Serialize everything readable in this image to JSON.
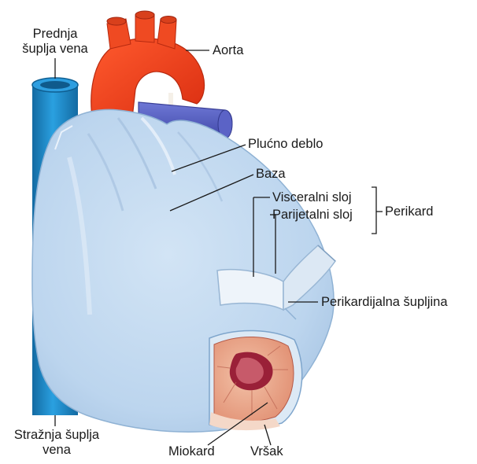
{
  "labels": {
    "superior_vena_cava": [
      "Prednja",
      "šuplja vena"
    ],
    "aorta": "Aorta",
    "pulmonary_trunk": "Plućno deblo",
    "base": "Baza",
    "visceral_layer": "Visceralni sloj",
    "parietal_layer": "Parijetalni sloj",
    "pericardium": "Perikard",
    "pericardial_cavity": "Perikardijalna šupljina",
    "inferior_vena_cava": [
      "Stražnja šuplja",
      "vena"
    ],
    "myocardium": "Miokard",
    "apex": "Vršak"
  },
  "colors": {
    "aorta": "#ef3b1c",
    "aorta_dark": "#c92a10",
    "vena_cava": "#1f8fd0",
    "vena_cava_dark": "#146da3",
    "pulmonary_trunk": "#5a62c4",
    "pericardium": "#bdd6ee",
    "pericardium_edge": "#8fb2d4",
    "parietal_sheet": "#e4eef7",
    "myocardium": "#e9a890",
    "myocardium_inner": "#9a2038",
    "leader": "#1a1a1a"
  }
}
